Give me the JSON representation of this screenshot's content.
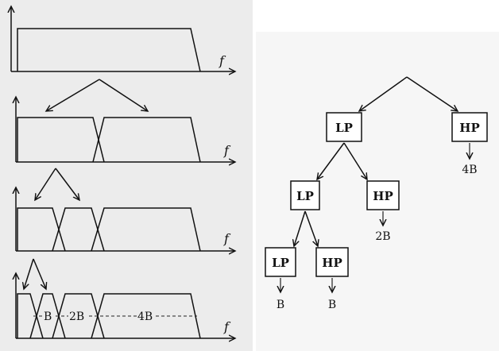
{
  "spectrum_panels": {
    "axis_label": "f",
    "bottom_labels": [
      "B",
      "2B",
      "4B"
    ]
  },
  "tree": {
    "root_left": "LP",
    "root_right": "HP",
    "level2_left": "LP",
    "level2_right": "HP",
    "level3_left": "LP",
    "level3_right": "HP",
    "bw_hp_root": "4B",
    "bw_hp_level2": "2B",
    "bw_lp_level3": "B",
    "bw_hp_level3": "B"
  }
}
